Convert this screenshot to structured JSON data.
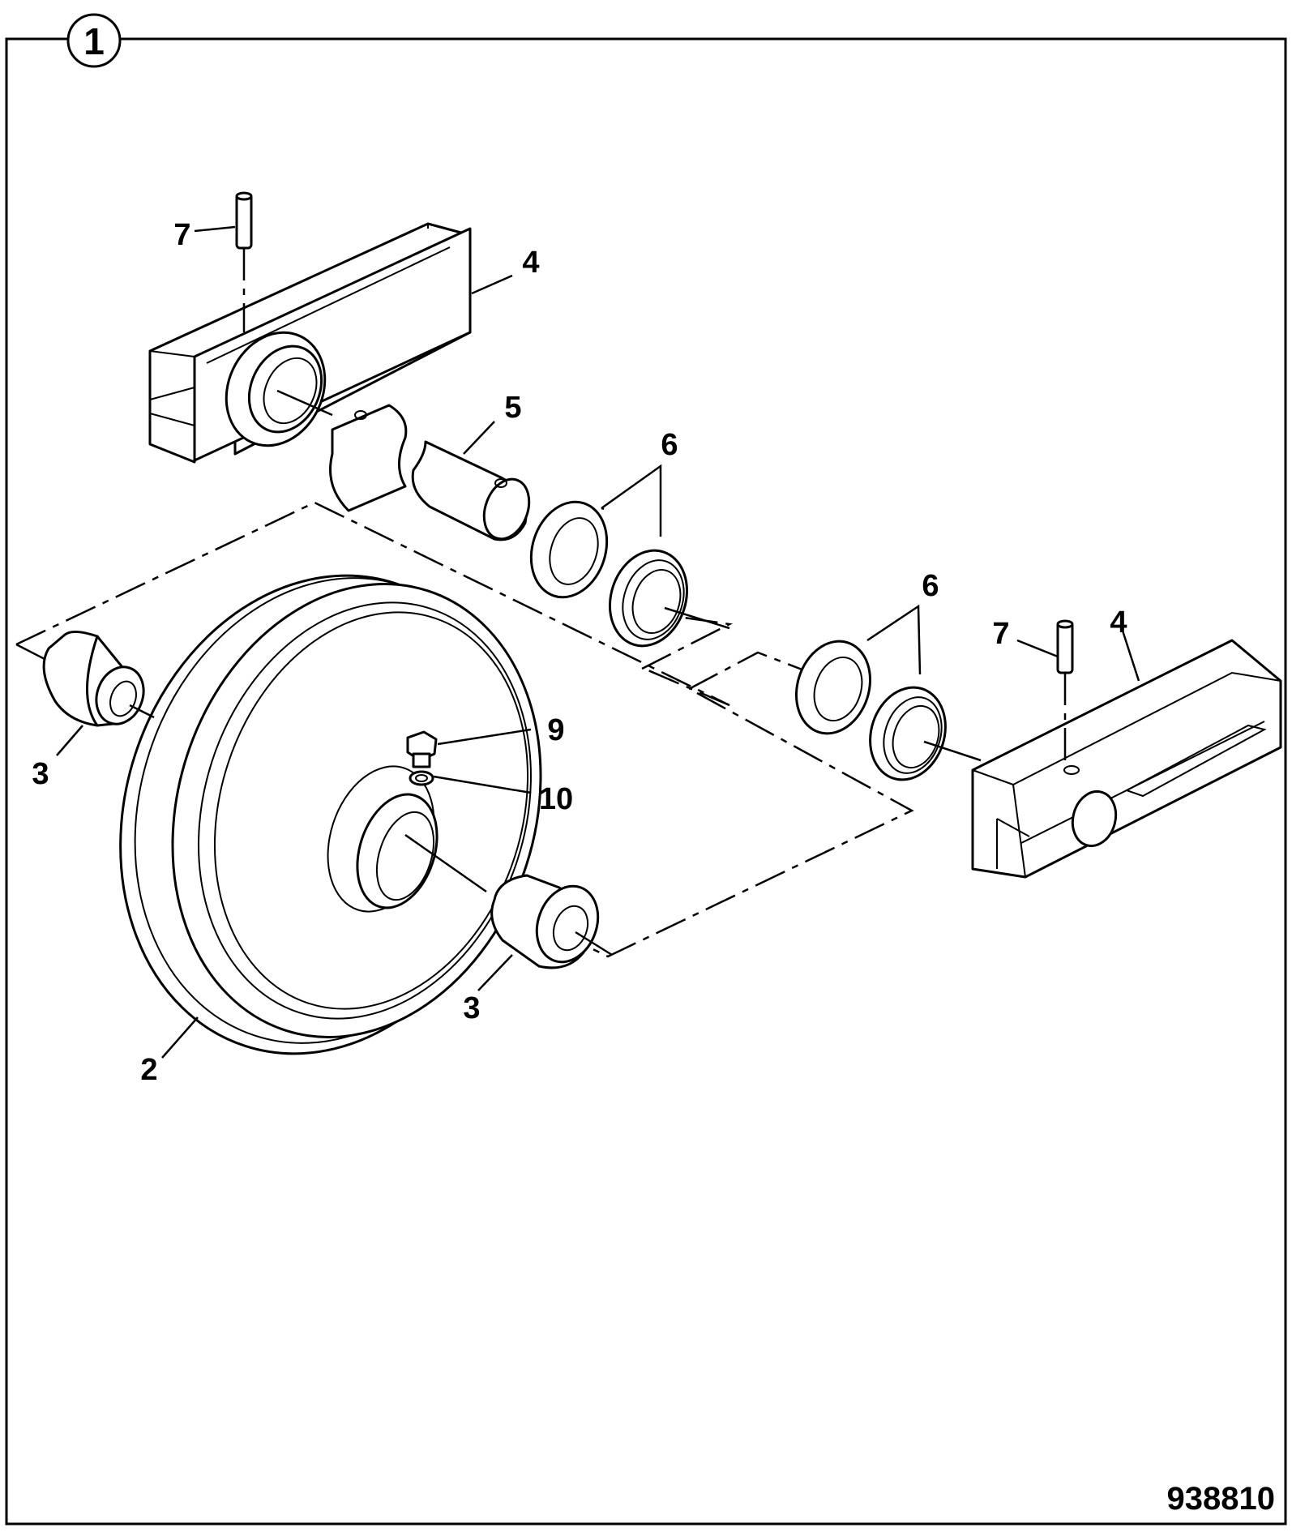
{
  "figure_number": "1",
  "drawing_number": "938810",
  "callouts": [
    {
      "id": "c2",
      "text": "2"
    },
    {
      "id": "c3a",
      "text": "3"
    },
    {
      "id": "c3b",
      "text": "3"
    },
    {
      "id": "c4a",
      "text": "4"
    },
    {
      "id": "c4b",
      "text": "4"
    },
    {
      "id": "c5",
      "text": "5"
    },
    {
      "id": "c6a",
      "text": "6"
    },
    {
      "id": "c6b",
      "text": "6"
    },
    {
      "id": "c7a",
      "text": "7"
    },
    {
      "id": "c7b",
      "text": "7"
    },
    {
      "id": "c9",
      "text": "9"
    },
    {
      "id": "c10",
      "text": "10"
    }
  ]
}
